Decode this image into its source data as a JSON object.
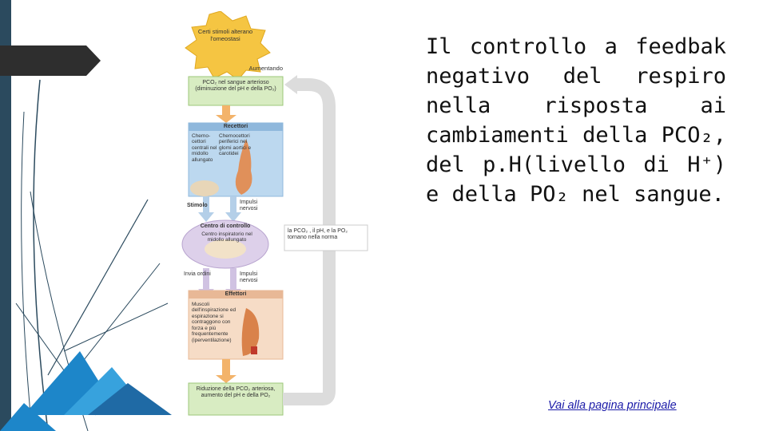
{
  "slide": {
    "title": "Il controllo a feedbak negativo del respiro nella risposta ai cambiamenti della PCO₂, del p.H(livello di H⁺) e della PO₂ nel sangue.",
    "link_label": "Vai alla pagina principale"
  },
  "figure": {
    "stimulus": "Certi stimoli alterano l'omeostasi",
    "increasing": "Aumentando",
    "pco2_box": "PCO₂ nel sangue arterioso (diminuzione del pH e della PO₂)",
    "receptors_header": "Recettori",
    "chemo_central": "Chemo- cettori centrali nel midollo allungato",
    "chemo_peripheral": "Chemocettori periferici nei glomi aortici e carotidei",
    "stimulus_label": "Stimolo",
    "nerve_impulses_1": "Impulsi nervosi",
    "control_header": "Centro di controllo",
    "control_text": "Centro inspiratorio nel midollo allungato",
    "orders_label": "Invia ordini",
    "nerve_impulses_2": "Impulsi nervosi",
    "effectors_header": "Effettori",
    "effectors_text": "Muscoli dell'inspirazione ed espirazione si contraggono con forza e più frequentemente (iperventilazione)",
    "reduction_box": "Riduzione della PCO₂ arteriosa, aumento del pH e della PO₂",
    "return_text": "la PCO₂ , il pH, e la PO₂ tornano nella norma"
  }
}
